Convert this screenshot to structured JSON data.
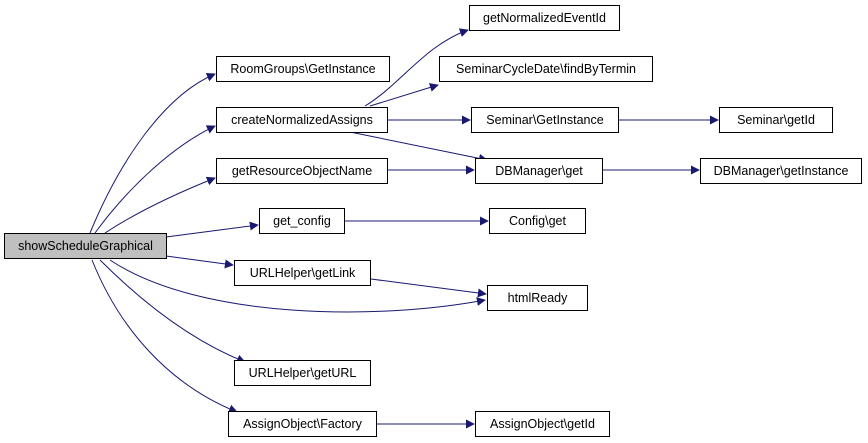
{
  "graph": {
    "root_color": "#bfbfbf",
    "edge_color": "#191970",
    "nodes": {
      "showScheduleGraphical": "showScheduleGraphical",
      "roomGroupsGetInstance": "RoomGroups\\GetInstance",
      "createNormalizedAssigns": "createNormalizedAssigns",
      "getResourceObjectName": "getResourceObjectName",
      "getConfig": "get_config",
      "urlHelperGetLink": "URLHelper\\getLink",
      "urlHelperGetURL": "URLHelper\\getURL",
      "assignObjectFactory": "AssignObject\\Factory",
      "getNormalizedEventId": "getNormalizedEventId",
      "seminarCycleDateFindByTermin": "SeminarCycleDate\\findByTermin",
      "seminarGetInstance": "Seminar\\GetInstance",
      "dbManagerGet": "DBManager\\get",
      "configGet": "Config\\get",
      "htmlReady": "htmlReady",
      "assignObjectGetId": "AssignObject\\getId",
      "seminarGetId": "Seminar\\getId",
      "dbManagerGetInstance": "DBManager\\getInstance"
    }
  }
}
